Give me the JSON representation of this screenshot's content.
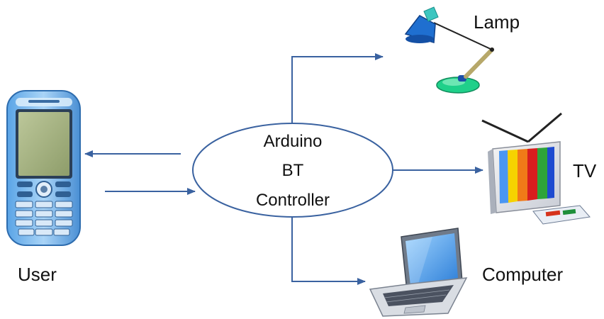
{
  "controller": {
    "line1": "Arduino",
    "line2": "BT",
    "line3": "Controller"
  },
  "nodes": {
    "user": "User",
    "lamp": "Lamp",
    "tv": "TV",
    "computer": "Computer"
  },
  "colors": {
    "arrow": "#3a62a0",
    "ellipse_stroke": "#3a62a0",
    "text": "#111111"
  },
  "icons": {
    "user": "mobile-phone-icon",
    "lamp": "desk-lamp-icon",
    "tv": "television-icon",
    "computer": "laptop-icon"
  }
}
